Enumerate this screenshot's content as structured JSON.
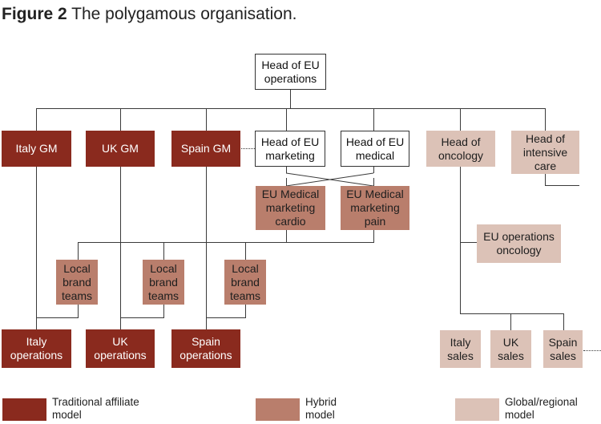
{
  "figure": {
    "label": "Figure 2",
    "title": "The polygamous organisation."
  },
  "colors": {
    "traditional": "#8a2a1e",
    "hybrid": "#b97e6c",
    "global": "#dcc2b7",
    "line": "#3a3a3a"
  },
  "nodes": {
    "head_eu_operations": "Head of EU operations",
    "italy_gm": "Italy GM",
    "uk_gm": "UK GM",
    "spain_gm": "Spain GM",
    "head_eu_marketing": "Head of EU marketing",
    "head_eu_medical": "Head of EU medical",
    "head_oncology": "Head of oncology",
    "head_intensive_care": "Head of intensive care",
    "eu_med_mkt_cardio": "EU Medical marketing cardio",
    "eu_med_mkt_pain": "EU Medical marketing pain",
    "eu_operations_oncology": "EU operations oncology",
    "local_brand_teams_1": "Local brand teams",
    "local_brand_teams_2": "Local brand teams",
    "local_brand_teams_3": "Local brand teams",
    "italy_operations": "Italy operations",
    "uk_operations": "UK operations",
    "spain_operations": "Spain operations",
    "italy_sales": "Italy sales",
    "uk_sales": "UK sales",
    "spain_sales": "Spain sales"
  },
  "legend": [
    {
      "label": "Traditional affiliate model"
    },
    {
      "label": "Hybrid model"
    },
    {
      "label": "Global/regional model"
    }
  ]
}
